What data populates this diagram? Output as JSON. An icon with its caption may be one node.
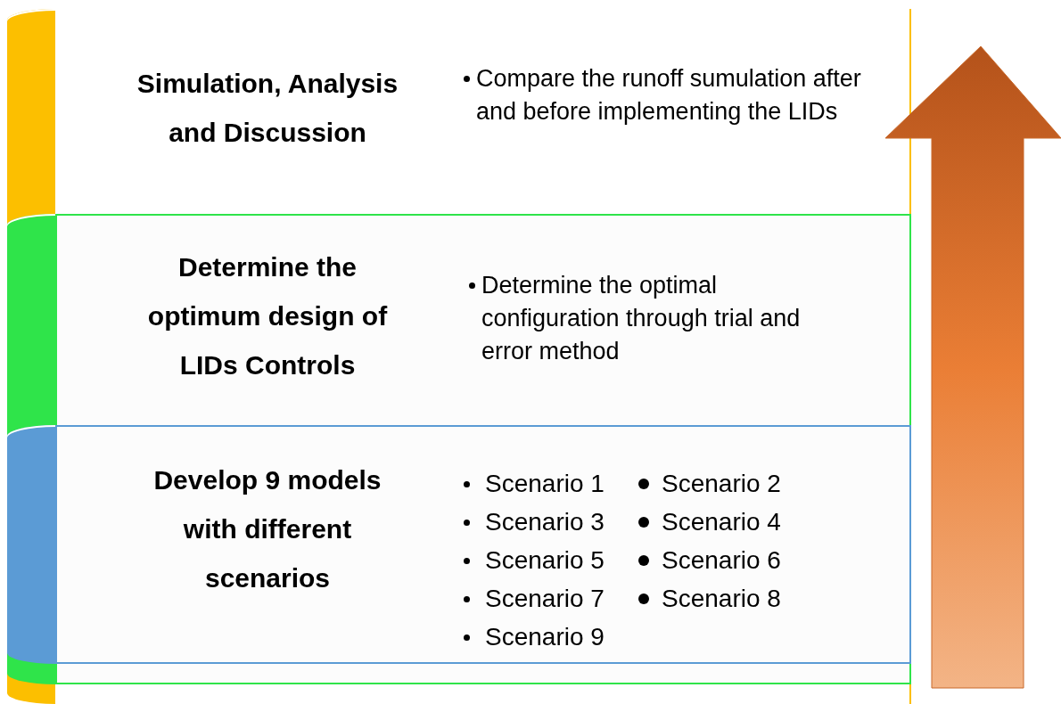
{
  "diagram": {
    "nodes": [
      {
        "text": [
          "Simulation, Analysis and Discussion",
          "Compare the runoff sumulation after and before implementing the LIDs"
        ]
      },
      {
        "text": [
          "Determine the optimum design of LIDs Controls",
          "Determine the optimal configuration through trial and error method"
        ],
        "in": 0
      },
      {
        "text": [
          "Develop 9 models with different scenarios",
          "Scenario 1",
          "Scenario 2",
          "Scenario 3",
          "Scenario 4",
          "Scenario 5",
          "Scenario 6",
          "Scenario 7",
          "Scenario 8",
          "Scenario 9"
        ],
        "in": 1
      }
    ]
  }
}
